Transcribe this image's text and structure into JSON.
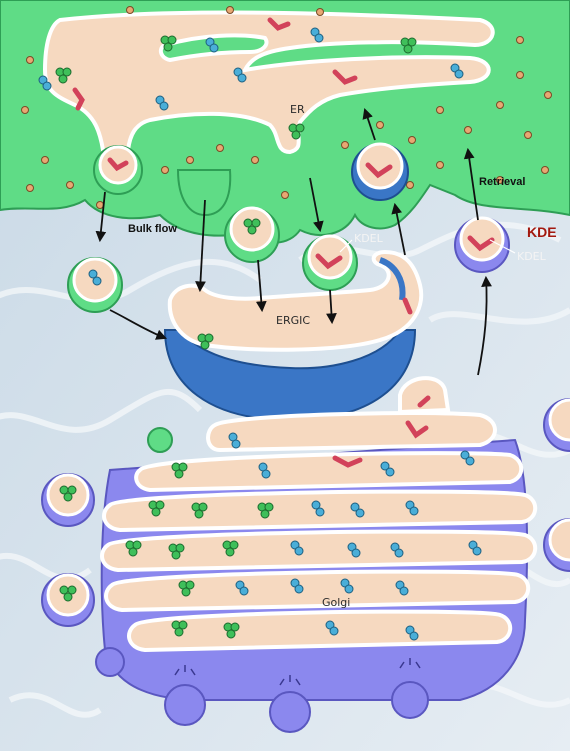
{
  "labels": {
    "er": "ER",
    "bulk_flow": "Bulk flow",
    "retrieval": "Retrieval",
    "kde": "KDE",
    "kdel_center": "KDEL",
    "kdel_right": "KDEL",
    "ergic": "ERGIC",
    "golgi": "Golgi"
  },
  "colors": {
    "er_green": "#5fdc86",
    "lumen": "#f6d9c0",
    "ergic_blue": "#3a76c6",
    "golgi_purple": "#8b88ee",
    "background_blue": "#dbe6ee",
    "retention_pink": "#d2425a",
    "cargo_green": "#3fbf5a",
    "cargo_blue": "#4aaed8",
    "ribosome": "#e8a873",
    "kde_red": "#a3190f"
  }
}
